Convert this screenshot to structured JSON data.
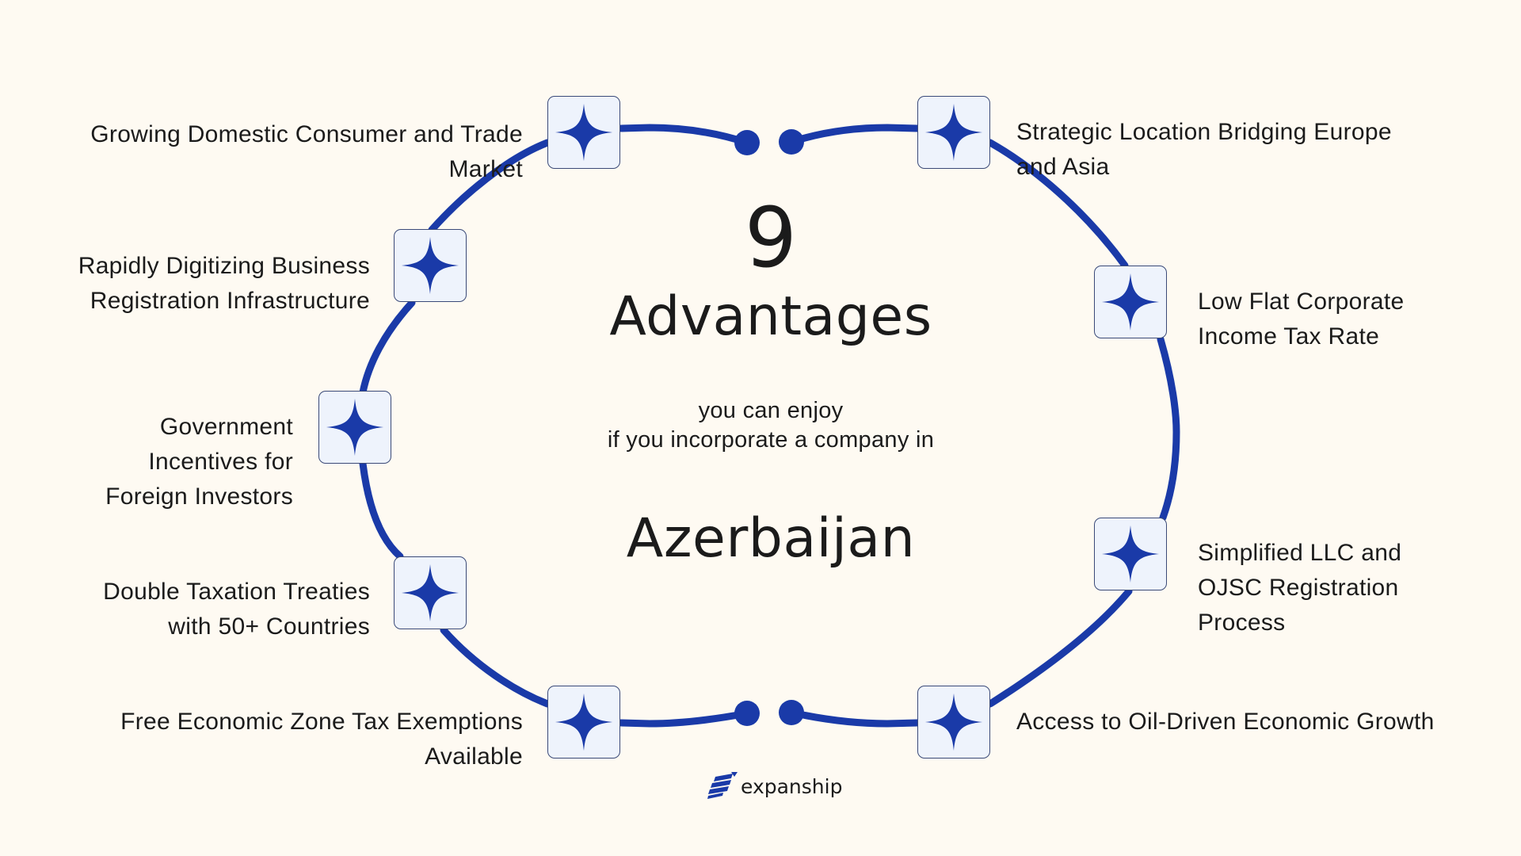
{
  "colors": {
    "background": "#fefaf2",
    "accent": "#1a3aa8",
    "box_fill": "#eef3fc",
    "box_border": "#3b4a78",
    "text": "#1b1b1b"
  },
  "center": {
    "number": "9",
    "headline": "Advantages",
    "subtitle_line1": "you can enjoy",
    "subtitle_line2": "if you incorporate a company in",
    "country": "Azerbaijan"
  },
  "advantages": [
    {
      "icon": "sparkle-icon",
      "lines": [
        "Growing Domestic Consumer and Trade",
        "Market"
      ]
    },
    {
      "icon": "sparkle-icon",
      "lines": [
        "Rapidly Digitizing Business",
        "Registration Infrastructure"
      ]
    },
    {
      "icon": "sparkle-icon",
      "lines": [
        "Government",
        "Incentives for",
        "Foreign Investors"
      ]
    },
    {
      "icon": "sparkle-icon",
      "lines": [
        "Double Taxation Treaties",
        "with 50+ Countries"
      ]
    },
    {
      "icon": "sparkle-icon",
      "lines": [
        "Free Economic Zone Tax Exemptions",
        "Available"
      ]
    },
    {
      "icon": "sparkle-icon",
      "lines": [
        "Strategic Location Bridging Europe",
        "and Asia"
      ]
    },
    {
      "icon": "sparkle-icon",
      "lines": [
        "Low Flat Corporate",
        "Income Tax Rate"
      ]
    },
    {
      "icon": "sparkle-icon",
      "lines": [
        "Simplified LLC and",
        "OJSC Registration",
        "Process"
      ]
    },
    {
      "icon": "sparkle-icon",
      "lines": [
        "Access to Oil-Driven Economic Growth"
      ]
    }
  ],
  "logo": {
    "icon": "expanship-logo-icon",
    "text": "expanship"
  }
}
